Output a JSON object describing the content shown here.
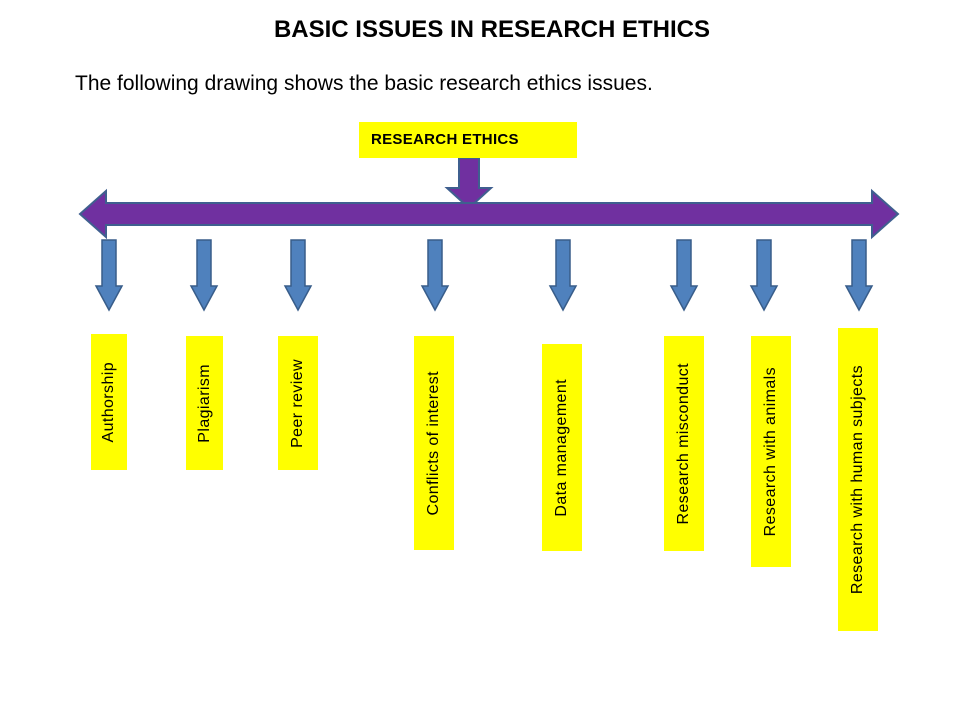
{
  "title": "BASIC ISSUES IN RESEARCH ETHICS",
  "intro": "The following drawing shows the basic research ethics issues.",
  "root": {
    "label": "RESEARCH ETHICS"
  },
  "issues": [
    {
      "label": "Authorship"
    },
    {
      "label": "Plagiarism"
    },
    {
      "label": "Peer review"
    },
    {
      "label": "Conflicts of interest"
    },
    {
      "label": "Data management"
    },
    {
      "label": "Research misconduct"
    },
    {
      "label": "Research with animals"
    },
    {
      "label": "Research with human subjects"
    }
  ],
  "colors": {
    "box_fill": "#ffff00",
    "main_arrow_fill": "#7030a0",
    "main_arrow_stroke": "#3f5f8f",
    "branch_arrow_fill": "#4f81bd",
    "branch_arrow_stroke": "#385d8a"
  }
}
